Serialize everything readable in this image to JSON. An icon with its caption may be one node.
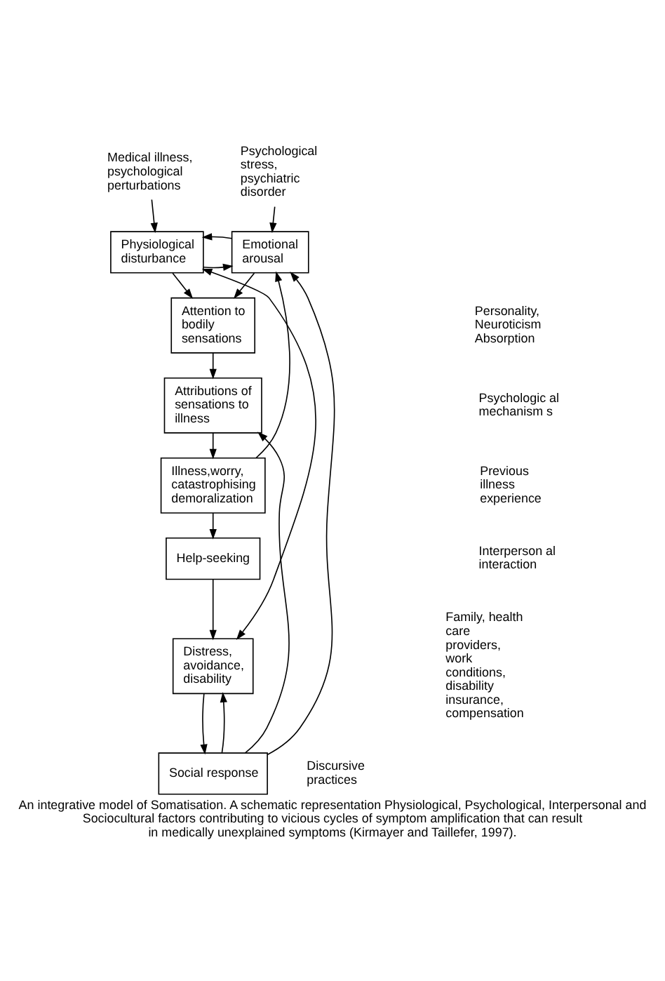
{
  "diagram": {
    "caption": "An integrative model of Somatisation. A schematic representation Physiological, Psychological, Interpersonal and Sociocultural factors contributing to vicious cycles of symptom amplification that can result in medically unexplained symptoms (Kirmayer and Taillefer, 1997).",
    "nodes": [
      {
        "text": [
          "Medical illness, psychological perturbations"
        ]
      },
      {
        "text": [
          "Psychological stress, psychiatric disorder"
        ]
      },
      {
        "text": [
          "Physiological disturbance"
        ]
      },
      {
        "text": [
          "Emotional arousal"
        ]
      },
      {
        "text": [
          "Attention to bodily sensations"
        ]
      },
      {
        "text": [
          "Attributions of sensations to illness"
        ]
      },
      {
        "text": [
          "Illness,worry, catastrophising demoralization"
        ]
      },
      {
        "text": [
          "Help-seeking"
        ]
      },
      {
        "text": [
          "Distress, avoidance, disability"
        ]
      },
      {
        "text": [
          "Social response"
        ]
      }
    ],
    "edges": [
      {
        "from": 0,
        "to": 2,
        "arrow": "to"
      },
      {
        "from": 1,
        "to": 3,
        "arrow": "to"
      },
      {
        "from": 2,
        "to": 3,
        "arrow": "to"
      },
      {
        "from": 3,
        "to": 2,
        "arrow": "to"
      },
      {
        "from": 2,
        "to": 4,
        "arrow": "to"
      },
      {
        "from": 3,
        "to": 4,
        "arrow": "to"
      },
      {
        "from": 4,
        "to": 5,
        "arrow": "to"
      },
      {
        "from": 5,
        "to": 6,
        "arrow": "to"
      },
      {
        "from": 6,
        "to": 3,
        "arrow": "to"
      },
      {
        "from": 6,
        "to": 7,
        "arrow": "to"
      },
      {
        "from": 7,
        "to": 8,
        "arrow": "to"
      },
      {
        "from": 8,
        "to": 2,
        "arrow": "both"
      },
      {
        "from": 8,
        "to": 9,
        "arrow": "to"
      },
      {
        "from": 9,
        "to": 8,
        "arrow": "to"
      },
      {
        "from": 9,
        "to": 5,
        "arrow": "to"
      },
      {
        "from": 9,
        "to": 3,
        "arrow": "to"
      }
    ],
    "labels": [
      "Psychologic al mechanism s",
      "Personality, Neuroticism Absorption",
      "Previous illness experience",
      "Interperson al interaction",
      "Family, health care providers, work conditions, disability insurance, compensation",
      "Discursive practices"
    ]
  }
}
